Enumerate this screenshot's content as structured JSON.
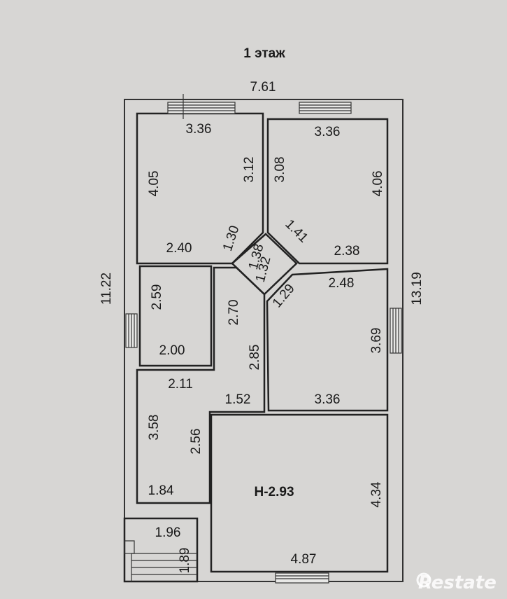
{
  "title": "1 этаж",
  "overall": {
    "width": "7.61",
    "left_height": "11.22",
    "right_height": "13.19"
  },
  "rooms": {
    "top_left": {
      "top": "3.36",
      "left": "4.05",
      "right": "3.12",
      "bottom": "2.40",
      "diag": "1.30"
    },
    "top_right": {
      "top": "3.36",
      "left": "3.08",
      "right": "4.06",
      "bottom": "2.38",
      "diag": "1.41"
    },
    "hall_diag": {
      "a": "1.38",
      "b": "1.32",
      "c": "1.29"
    },
    "small_left": {
      "height": "2.59",
      "width": "2.00"
    },
    "corridor": {
      "upper": "2.70",
      "lower": "2.85"
    },
    "mid_right": {
      "top": "2.48",
      "right": "3.69",
      "bottom": "3.36"
    },
    "lower_left": {
      "top": "2.11",
      "middle": "1.52",
      "left": "3.58",
      "right": "2.56",
      "bottom": "1.84"
    },
    "big_room": {
      "code": "Н-2.93",
      "right": "4.34",
      "bottom": "4.87"
    },
    "porch": {
      "width": "1.96",
      "height": "1.89"
    }
  },
  "watermark": "Restate"
}
